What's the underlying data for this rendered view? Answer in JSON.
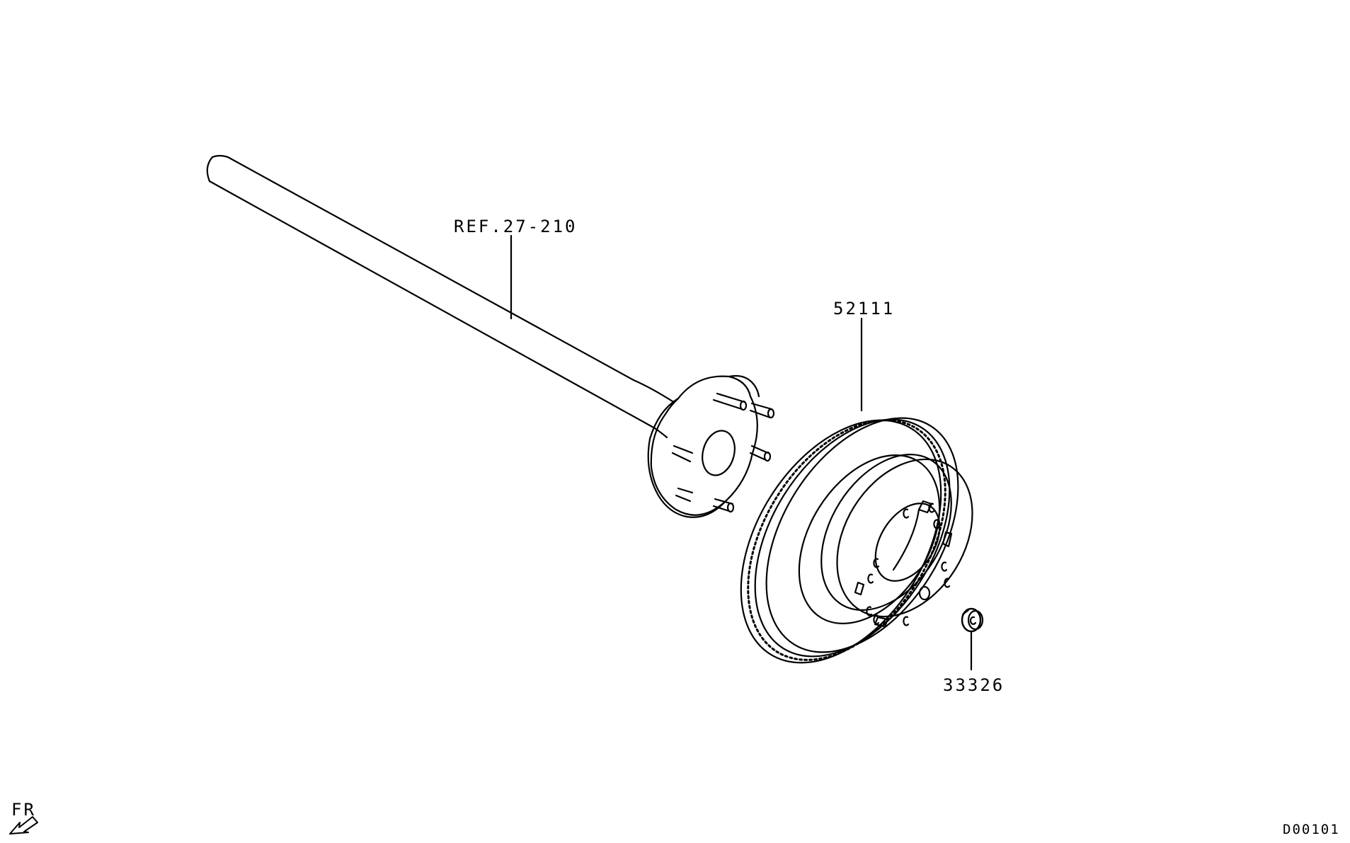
{
  "diagram": {
    "callouts": {
      "axle_shaft": "REF.27-210",
      "brake_disc": "52111",
      "screw": "33326"
    },
    "orientation": {
      "label": "FR",
      "icon": "arrow-icon"
    },
    "diagram_code": "D00101",
    "colors": {
      "line": "#000000",
      "background": "#ffffff"
    }
  }
}
